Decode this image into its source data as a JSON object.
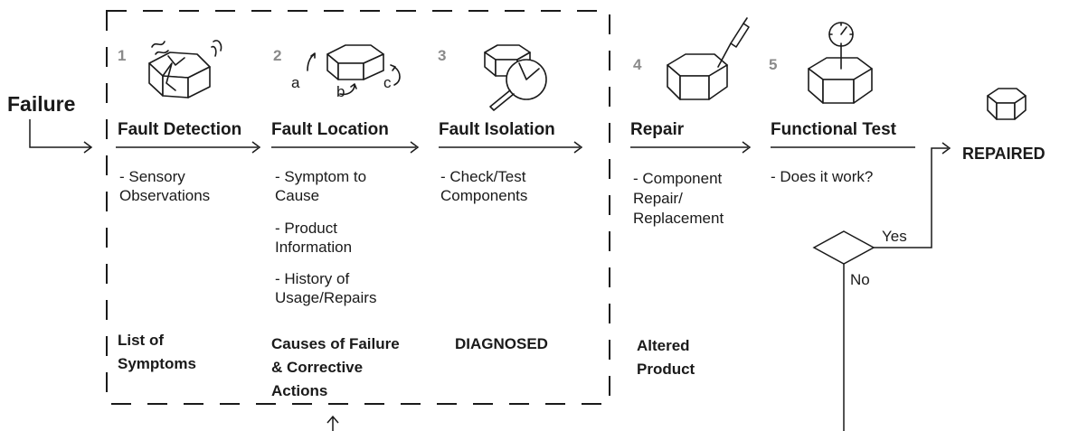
{
  "start_label": "Failure",
  "steps": [
    {
      "number": "1",
      "title": "Fault Detection",
      "details": [
        "- Sensory",
        "Observations"
      ],
      "output": [
        "List of",
        "Symptoms"
      ],
      "icon": "broken-block-icon"
    },
    {
      "number": "2",
      "title": "Fault Location",
      "details": [
        "- Symptom to",
        "Cause",
        "- Product",
        "Information",
        "- History of",
        "Usage/Repairs"
      ],
      "output": [
        "Causes of Failure",
        "& Corrective",
        "Actions"
      ],
      "icon": "rotating-block-icon",
      "icon_labels": [
        "a",
        "b",
        "c"
      ]
    },
    {
      "number": "3",
      "title": "Fault Isolation",
      "details": [
        "- Check/Test",
        "Components"
      ],
      "output": [
        "DIAGNOSED"
      ],
      "icon": "magnifier-block-icon"
    },
    {
      "number": "4",
      "title": "Repair",
      "details": [
        "- Component",
        "Repair/",
        "Replacement"
      ],
      "output": [
        "Altered",
        "Product"
      ],
      "icon": "screwdriver-block-icon"
    },
    {
      "number": "5",
      "title": "Functional Test",
      "details": [
        "- Does it work?"
      ],
      "output": [],
      "icon": "gauge-block-icon"
    }
  ],
  "decision": {
    "yes": "Yes",
    "no": "No"
  },
  "end_label": "REPAIRED",
  "end_icon": "block-icon"
}
